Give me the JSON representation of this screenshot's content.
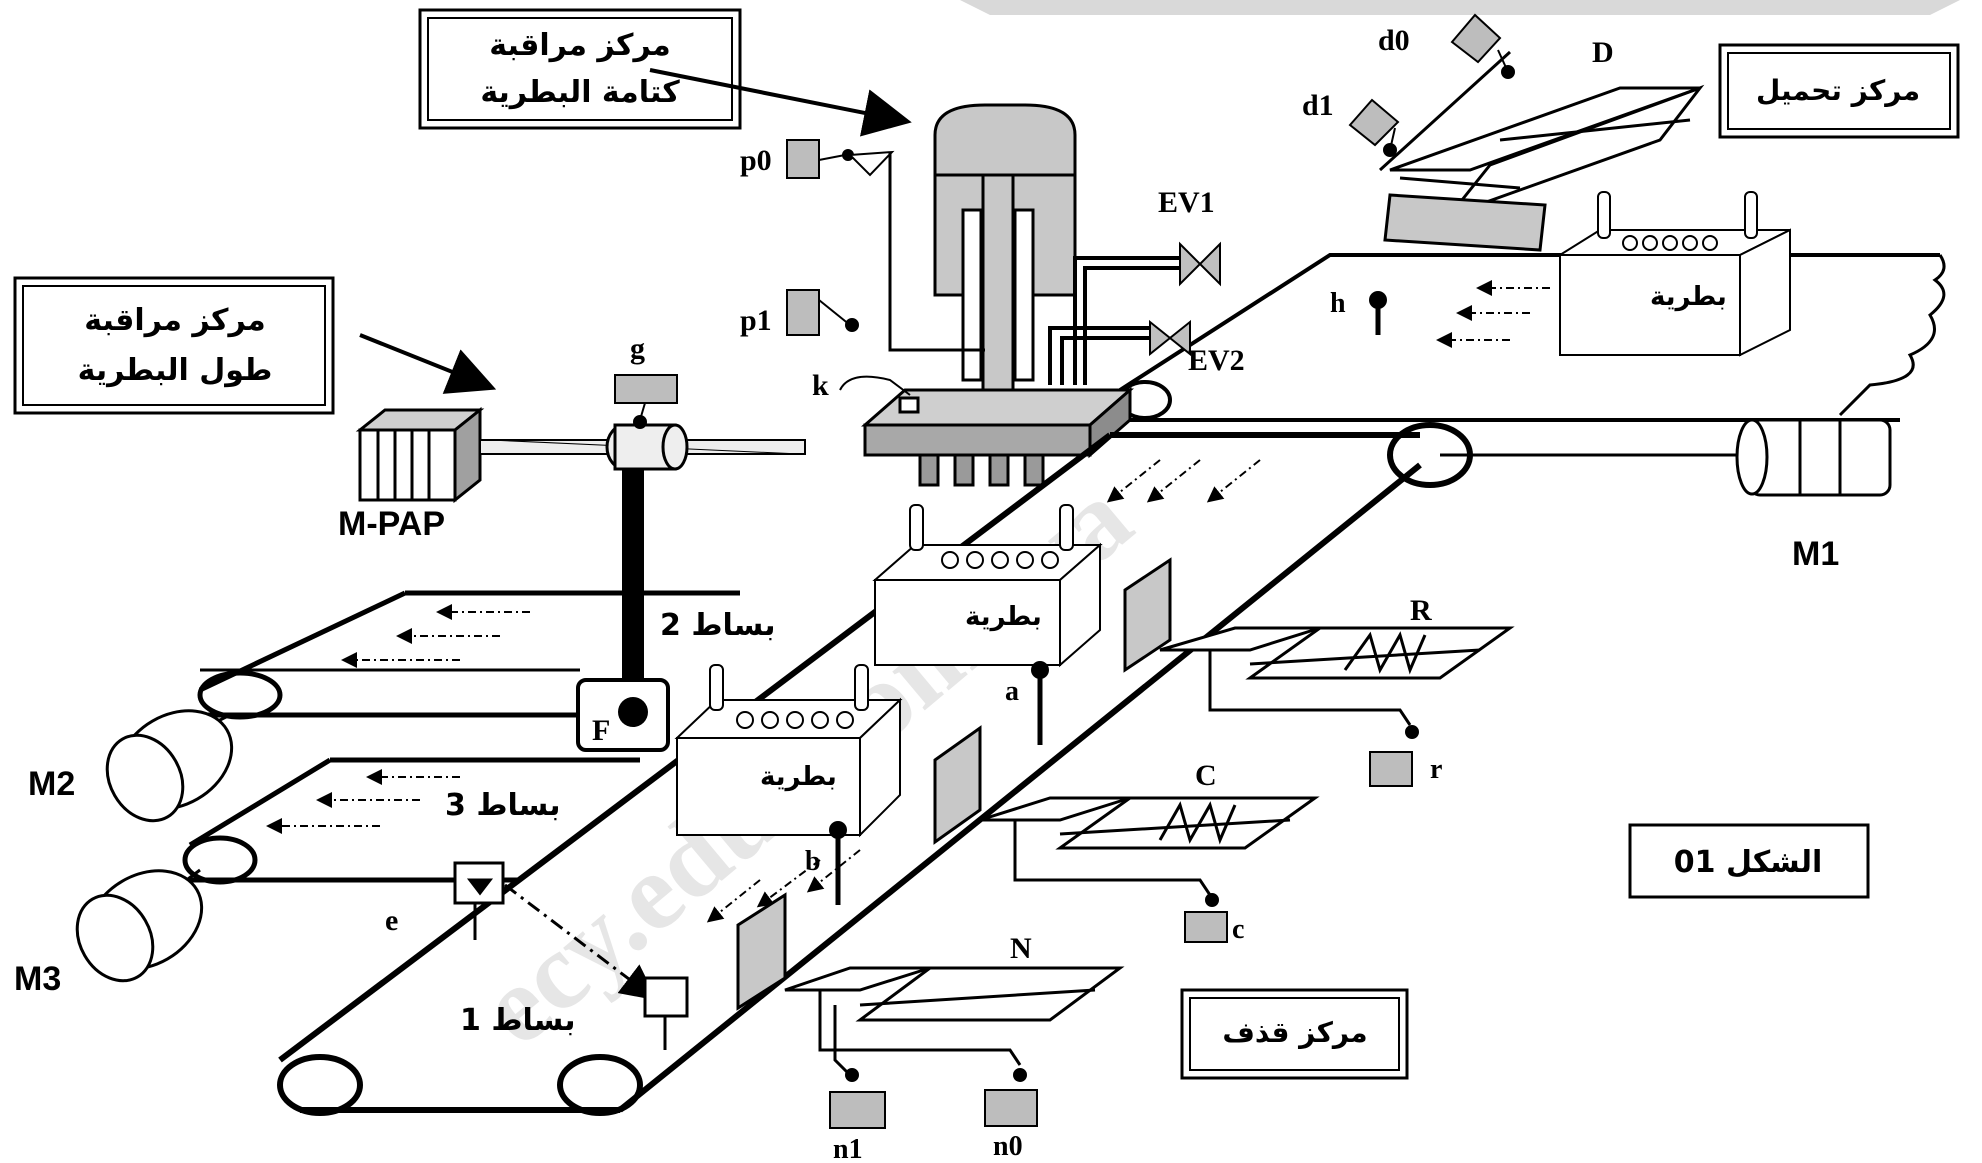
{
  "diagram": {
    "stations": {
      "seal_check": [
        "مركز  مراقبة",
        "كتامة البطرية"
      ],
      "length_check": [
        "مركز  مراقبة",
        "طول البطرية"
      ],
      "loading": "مركز تحميل",
      "ejection": "مركز قذف"
    },
    "figure_label": "الشكل 01",
    "battery_label": "بطرية",
    "conveyors": {
      "c1": "بساط 1",
      "c2": "بساط 2",
      "c3": "بساط 3"
    },
    "motors": {
      "m1": "M1",
      "m2": "M2",
      "m3": "M3",
      "mpap": "M-PAP"
    },
    "valves": {
      "ev1": "EV1",
      "ev2": "EV2"
    },
    "sensors": {
      "d0": "d0",
      "d1": "d1",
      "D": "D",
      "p0": "p0",
      "p1": "p1",
      "k": "k",
      "g": "g",
      "h": "h",
      "F": "F",
      "a": "a",
      "b": "b",
      "e": "e",
      "R": "R",
      "r": "r",
      "C": "C",
      "c": "c",
      "N": "N",
      "n0": "n0",
      "n1": "n1"
    },
    "watermark": "ecy.educ.com/exa"
  }
}
